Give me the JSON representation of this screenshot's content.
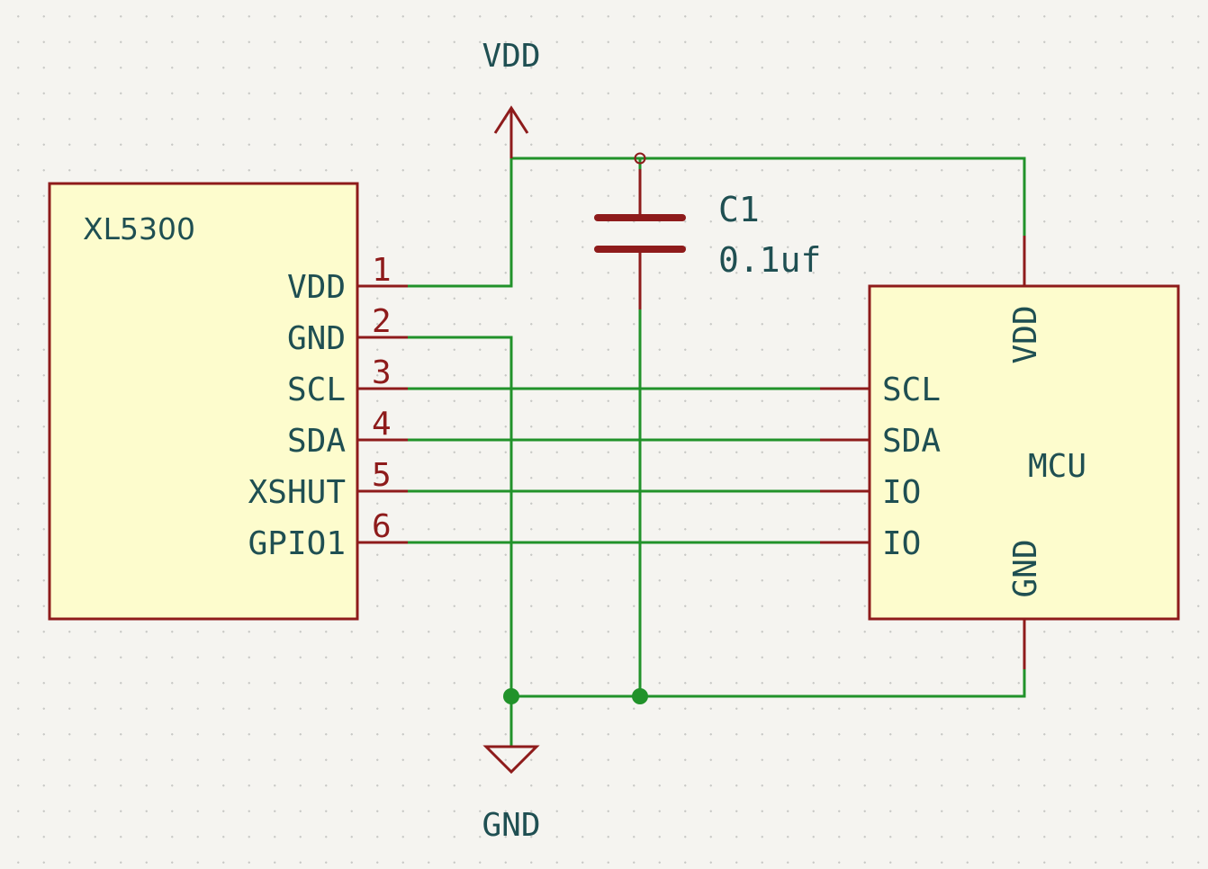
{
  "power": {
    "vdd_label": "VDD",
    "gnd_label": "GND"
  },
  "capacitor": {
    "ref": "C1",
    "value": "0.1uf"
  },
  "sensor": {
    "name": "XL5300",
    "pins": [
      {
        "num": "1",
        "name": "VDD"
      },
      {
        "num": "2",
        "name": "GND"
      },
      {
        "num": "3",
        "name": "SCL"
      },
      {
        "num": "4",
        "name": "SDA"
      },
      {
        "num": "5",
        "name": "XSHUT"
      },
      {
        "num": "6",
        "name": "GPIO1"
      }
    ]
  },
  "mcu": {
    "name": "MCU",
    "vdd_pin": "VDD",
    "gnd_pin": "GND",
    "pins": [
      "SCL",
      "SDA",
      "IO",
      "IO"
    ]
  },
  "colors": {
    "wire": "#21922a",
    "pin": "#8e1b1b",
    "label_text": "#1f4f52",
    "component_fill": "#fdfccd",
    "background": "#f5f4f0"
  }
}
